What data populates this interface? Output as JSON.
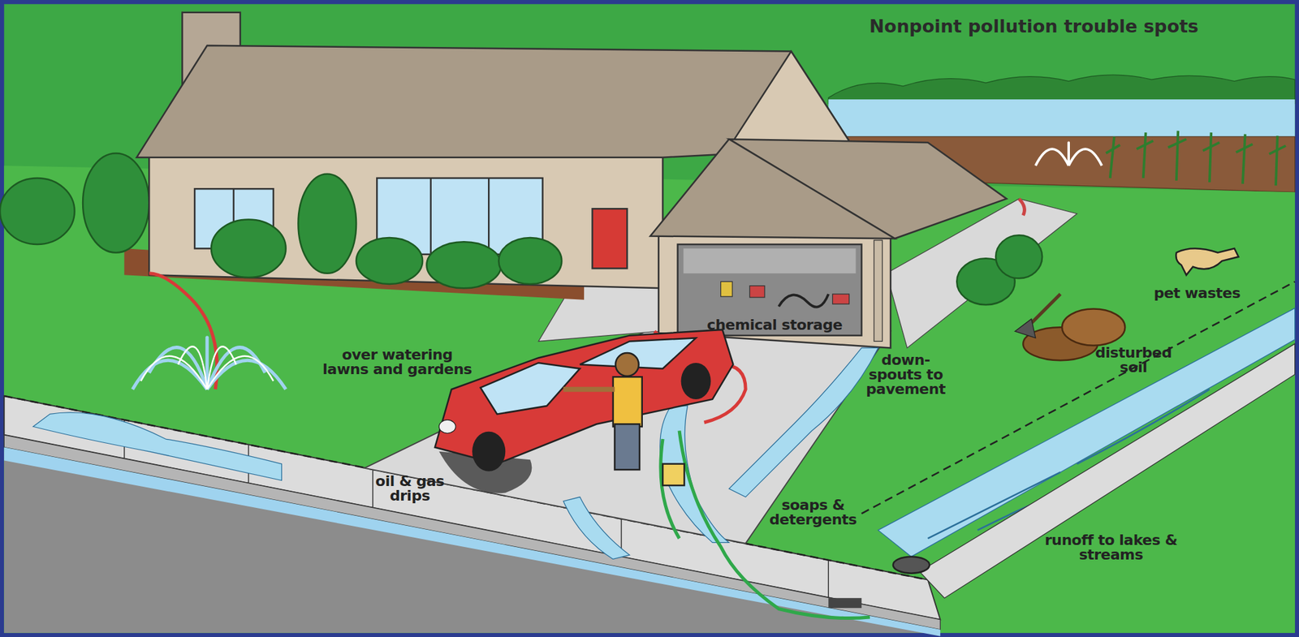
{
  "diagram": {
    "title": "Nonpoint pollution trouble spots",
    "labels": [
      "pet wastes",
      "chemical storage",
      "over watering lawns and gardens",
      "disturbed soil",
      "down- spouts to pavement",
      "oil & gas drips",
      "soaps & detergents",
      "runoff to lakes & streams"
    ]
  }
}
